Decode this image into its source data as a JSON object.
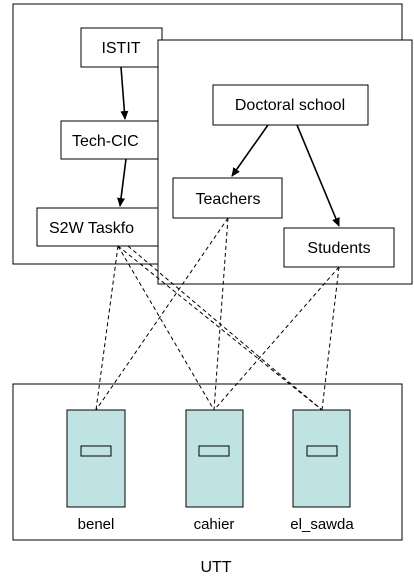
{
  "diagram": {
    "left_group": {
      "nodes": [
        {
          "id": "istit",
          "label": "ISTIT"
        },
        {
          "id": "techcic",
          "label": "Tech-CIC"
        },
        {
          "id": "s2w",
          "label": "S2W Taskfo"
        }
      ]
    },
    "right_group": {
      "nodes": [
        {
          "id": "doctoral",
          "label": "Doctoral school"
        },
        {
          "id": "teachers",
          "label": "Teachers"
        },
        {
          "id": "students",
          "label": "Students"
        }
      ]
    },
    "bottom_group": {
      "label": "UTT",
      "servers": [
        {
          "id": "benel",
          "label": "benel"
        },
        {
          "id": "cahier",
          "label": "cahier"
        },
        {
          "id": "el_sawda",
          "label": "el_sawda"
        }
      ]
    },
    "colors": {
      "server_fill": "#bfe3e3",
      "line": "#000000"
    }
  }
}
